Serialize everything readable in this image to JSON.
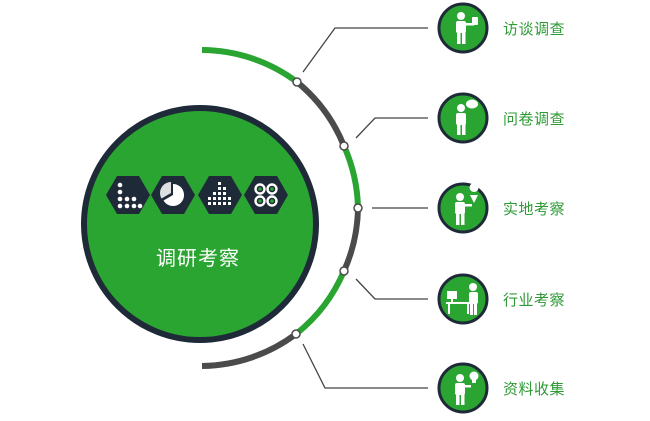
{
  "diagram": {
    "center": {
      "label": "调研考察"
    },
    "methods": [
      {
        "label": "访谈调查",
        "icon": "person-holding-card-icon"
      },
      {
        "label": "问卷调查",
        "icon": "person-with-speech-bubble-icon"
      },
      {
        "label": "实地考察",
        "icon": "person-with-map-pin-icon"
      },
      {
        "label": "行业考察",
        "icon": "person-at-computer-desk-icon"
      },
      {
        "label": "资料收集",
        "icon": "person-with-lightbulb-icon"
      }
    ],
    "hex_icons": [
      "scatter-dots-icon",
      "pie-chart-icon",
      "bar-chart-icon",
      "gears-grid-icon"
    ],
    "colors": {
      "green": "#2aa532",
      "dark_navy": "#1f2a38",
      "arc_gray": "#4b4b4b",
      "label_green": "#2e9a36",
      "connector_gray": "#444444"
    }
  }
}
